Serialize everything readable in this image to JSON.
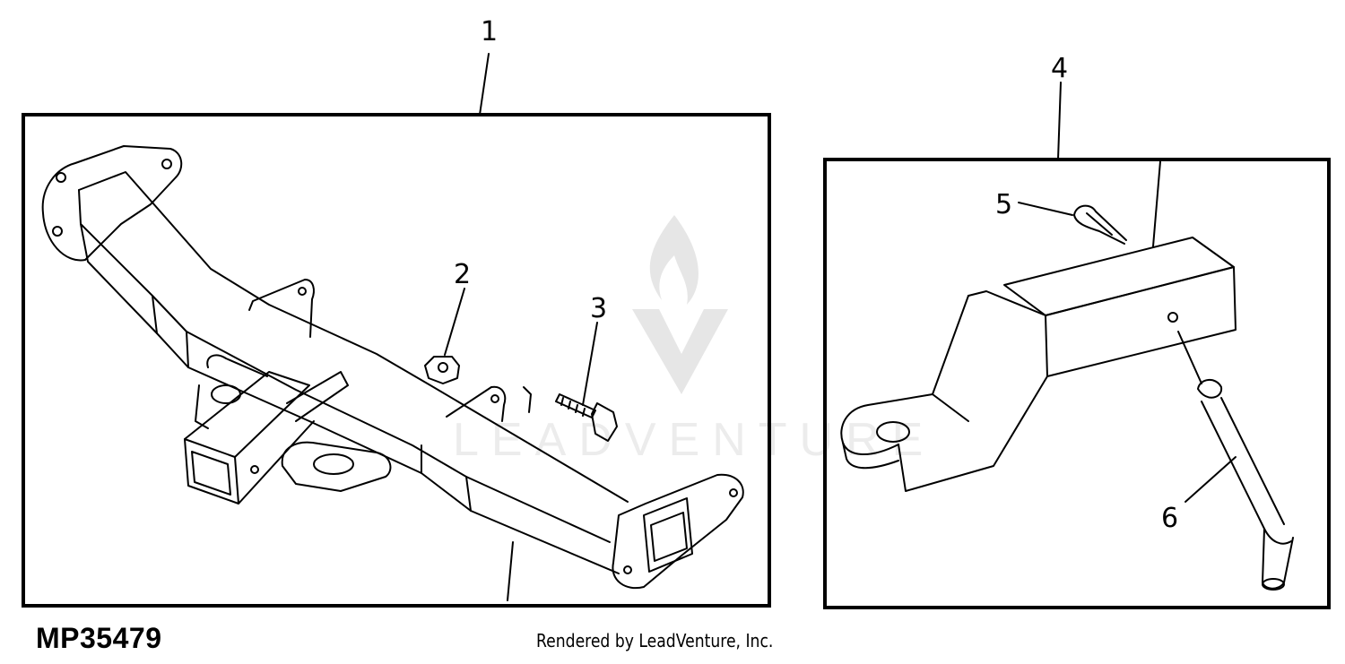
{
  "callouts": [
    {
      "id": "1",
      "label": "1"
    },
    {
      "id": "2",
      "label": "2"
    },
    {
      "id": "3",
      "label": "3"
    },
    {
      "id": "4",
      "label": "4"
    },
    {
      "id": "5",
      "label": "5"
    },
    {
      "id": "6",
      "label": "6"
    }
  ],
  "figure_id": "MP35479",
  "credit": "Rendered by LeadVenture, Inc.",
  "watermark": {
    "text": "LEADVENTURE",
    "icon": "leadventure-flame-logo"
  },
  "colors": {
    "line": "#000000",
    "background": "#ffffff",
    "watermark": "#e6e6e6"
  }
}
